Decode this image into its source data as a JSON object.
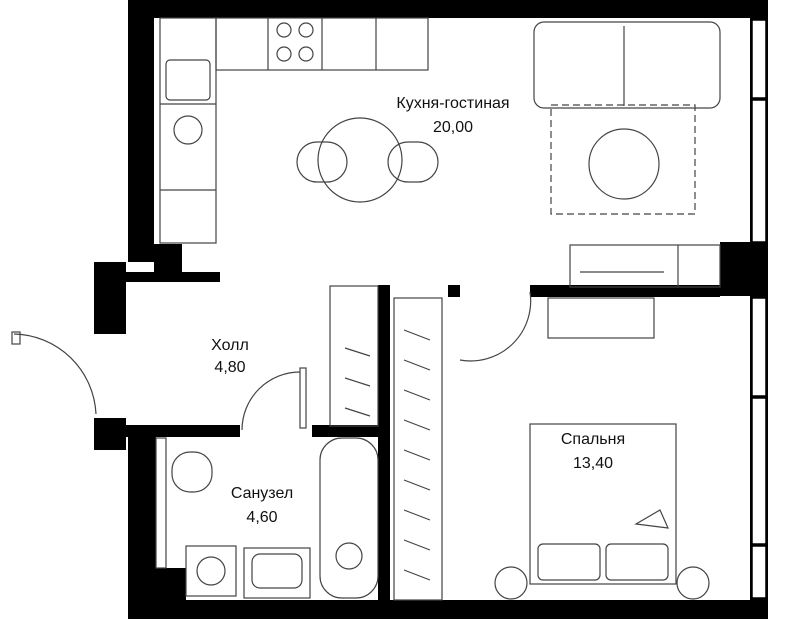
{
  "rooms": {
    "kitchen_living": {
      "name": "Кухня-гостиная",
      "area": "20,00"
    },
    "hall": {
      "name": "Холл",
      "area": "4,80"
    },
    "bathroom": {
      "name": "Санузел",
      "area": "4,60"
    },
    "bedroom": {
      "name": "Спальня",
      "area": "13,40"
    }
  },
  "colors": {
    "wall": "#000000",
    "furniture": "#555555",
    "background": "#ffffff"
  },
  "icons": [
    "sofa-icon",
    "dining-table-icon",
    "bed-icon",
    "bathtub-icon",
    "toilet-icon",
    "washing-machine-icon",
    "sink-icon",
    "wardrobe-icon",
    "door-icon",
    "window-icon",
    "stove-icon"
  ]
}
